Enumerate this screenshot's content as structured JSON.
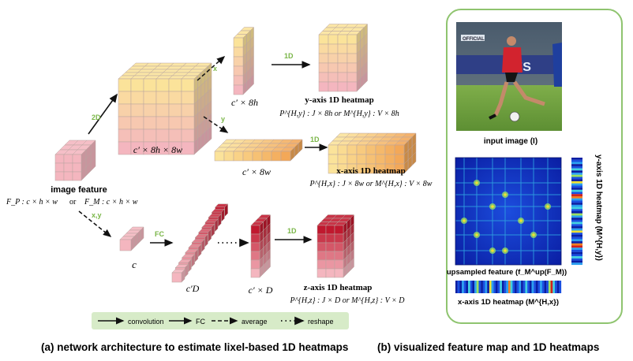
{
  "colors": {
    "feature_pink": "#f4b6bf",
    "feature_yellow": "#fbe39a",
    "x_orange": "#f3a858",
    "z_red": "#c0182e",
    "op_green": "#7ab648",
    "legend_bg": "#d7ebc8",
    "panel_border": "#8fc46f"
  },
  "image_feature": {
    "label": "image feature",
    "formula_p": "F_P : c × h × w",
    "formula_or": "or",
    "formula_m": "F_M : c × h × w"
  },
  "ops": {
    "two_d": "2D",
    "x": "x",
    "y": "y",
    "xy": "x,y",
    "fc": "FC",
    "one_d_y": "1D",
    "one_d_x": "1D",
    "one_d_z": "1D"
  },
  "labels": {
    "big_feature": "c′ × 8h × 8w",
    "y_feature": "c′ × 8h",
    "x_feature": "c′ × 8w",
    "c_feature": "c",
    "fc_feature": "c′D",
    "z_feature": "c′ × D"
  },
  "heatmaps": {
    "y": {
      "title": "y-axis 1D heatmap",
      "formula": "P^{H,y} : J × 8h   or   M^{H,y} : V × 8h"
    },
    "x": {
      "title": "x-axis 1D heatmap",
      "formula": "P^{H,x} : J × 8w   or   M^{H,x} : V × 8w"
    },
    "z": {
      "title": "z-axis 1D heatmap",
      "formula": "P^{H,z} : J × D   or   M^{H,z} : V × D"
    }
  },
  "legend": {
    "items": [
      {
        "icon": "solid-arrow-icon",
        "label": "convolution"
      },
      {
        "icon": "solid-arrow-icon",
        "label": "FC"
      },
      {
        "icon": "dashed-arrow-icon",
        "label": "average"
      },
      {
        "icon": "dotted-arrow-icon",
        "label": "reshape"
      }
    ]
  },
  "panel_b": {
    "input_label": "input image (I)",
    "upsampled_label": "upsampled feature (f_M^up(F_M))",
    "x_heatmap_label": "x-axis 1D heatmap (M^{H,x})",
    "y_heatmap_label": "y-axis 1D heatmap (M^{H,y})",
    "photo_sign": "OFFICIAL",
    "photo_banner": "UES"
  },
  "captions": {
    "a": "(a) network architecture to estimate lixel-based 1D heatmaps",
    "b": "(b) visualized feature map and 1D heatmaps"
  }
}
